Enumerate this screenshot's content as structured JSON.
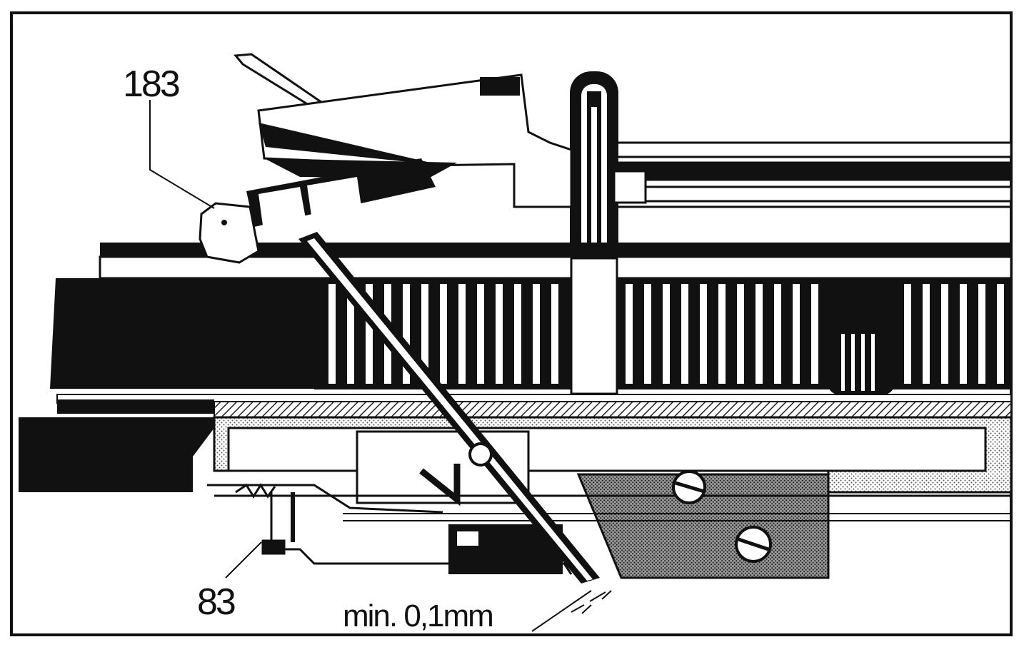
{
  "diagram": {
    "callouts": {
      "part_183": "183",
      "part_83": "83",
      "clearance": "min. 0,1mm"
    },
    "colors": {
      "ink": "#111111",
      "paper": "#ffffff",
      "stipple": "#bdbdbd",
      "dark_stipple": "#6f6f6f"
    }
  }
}
